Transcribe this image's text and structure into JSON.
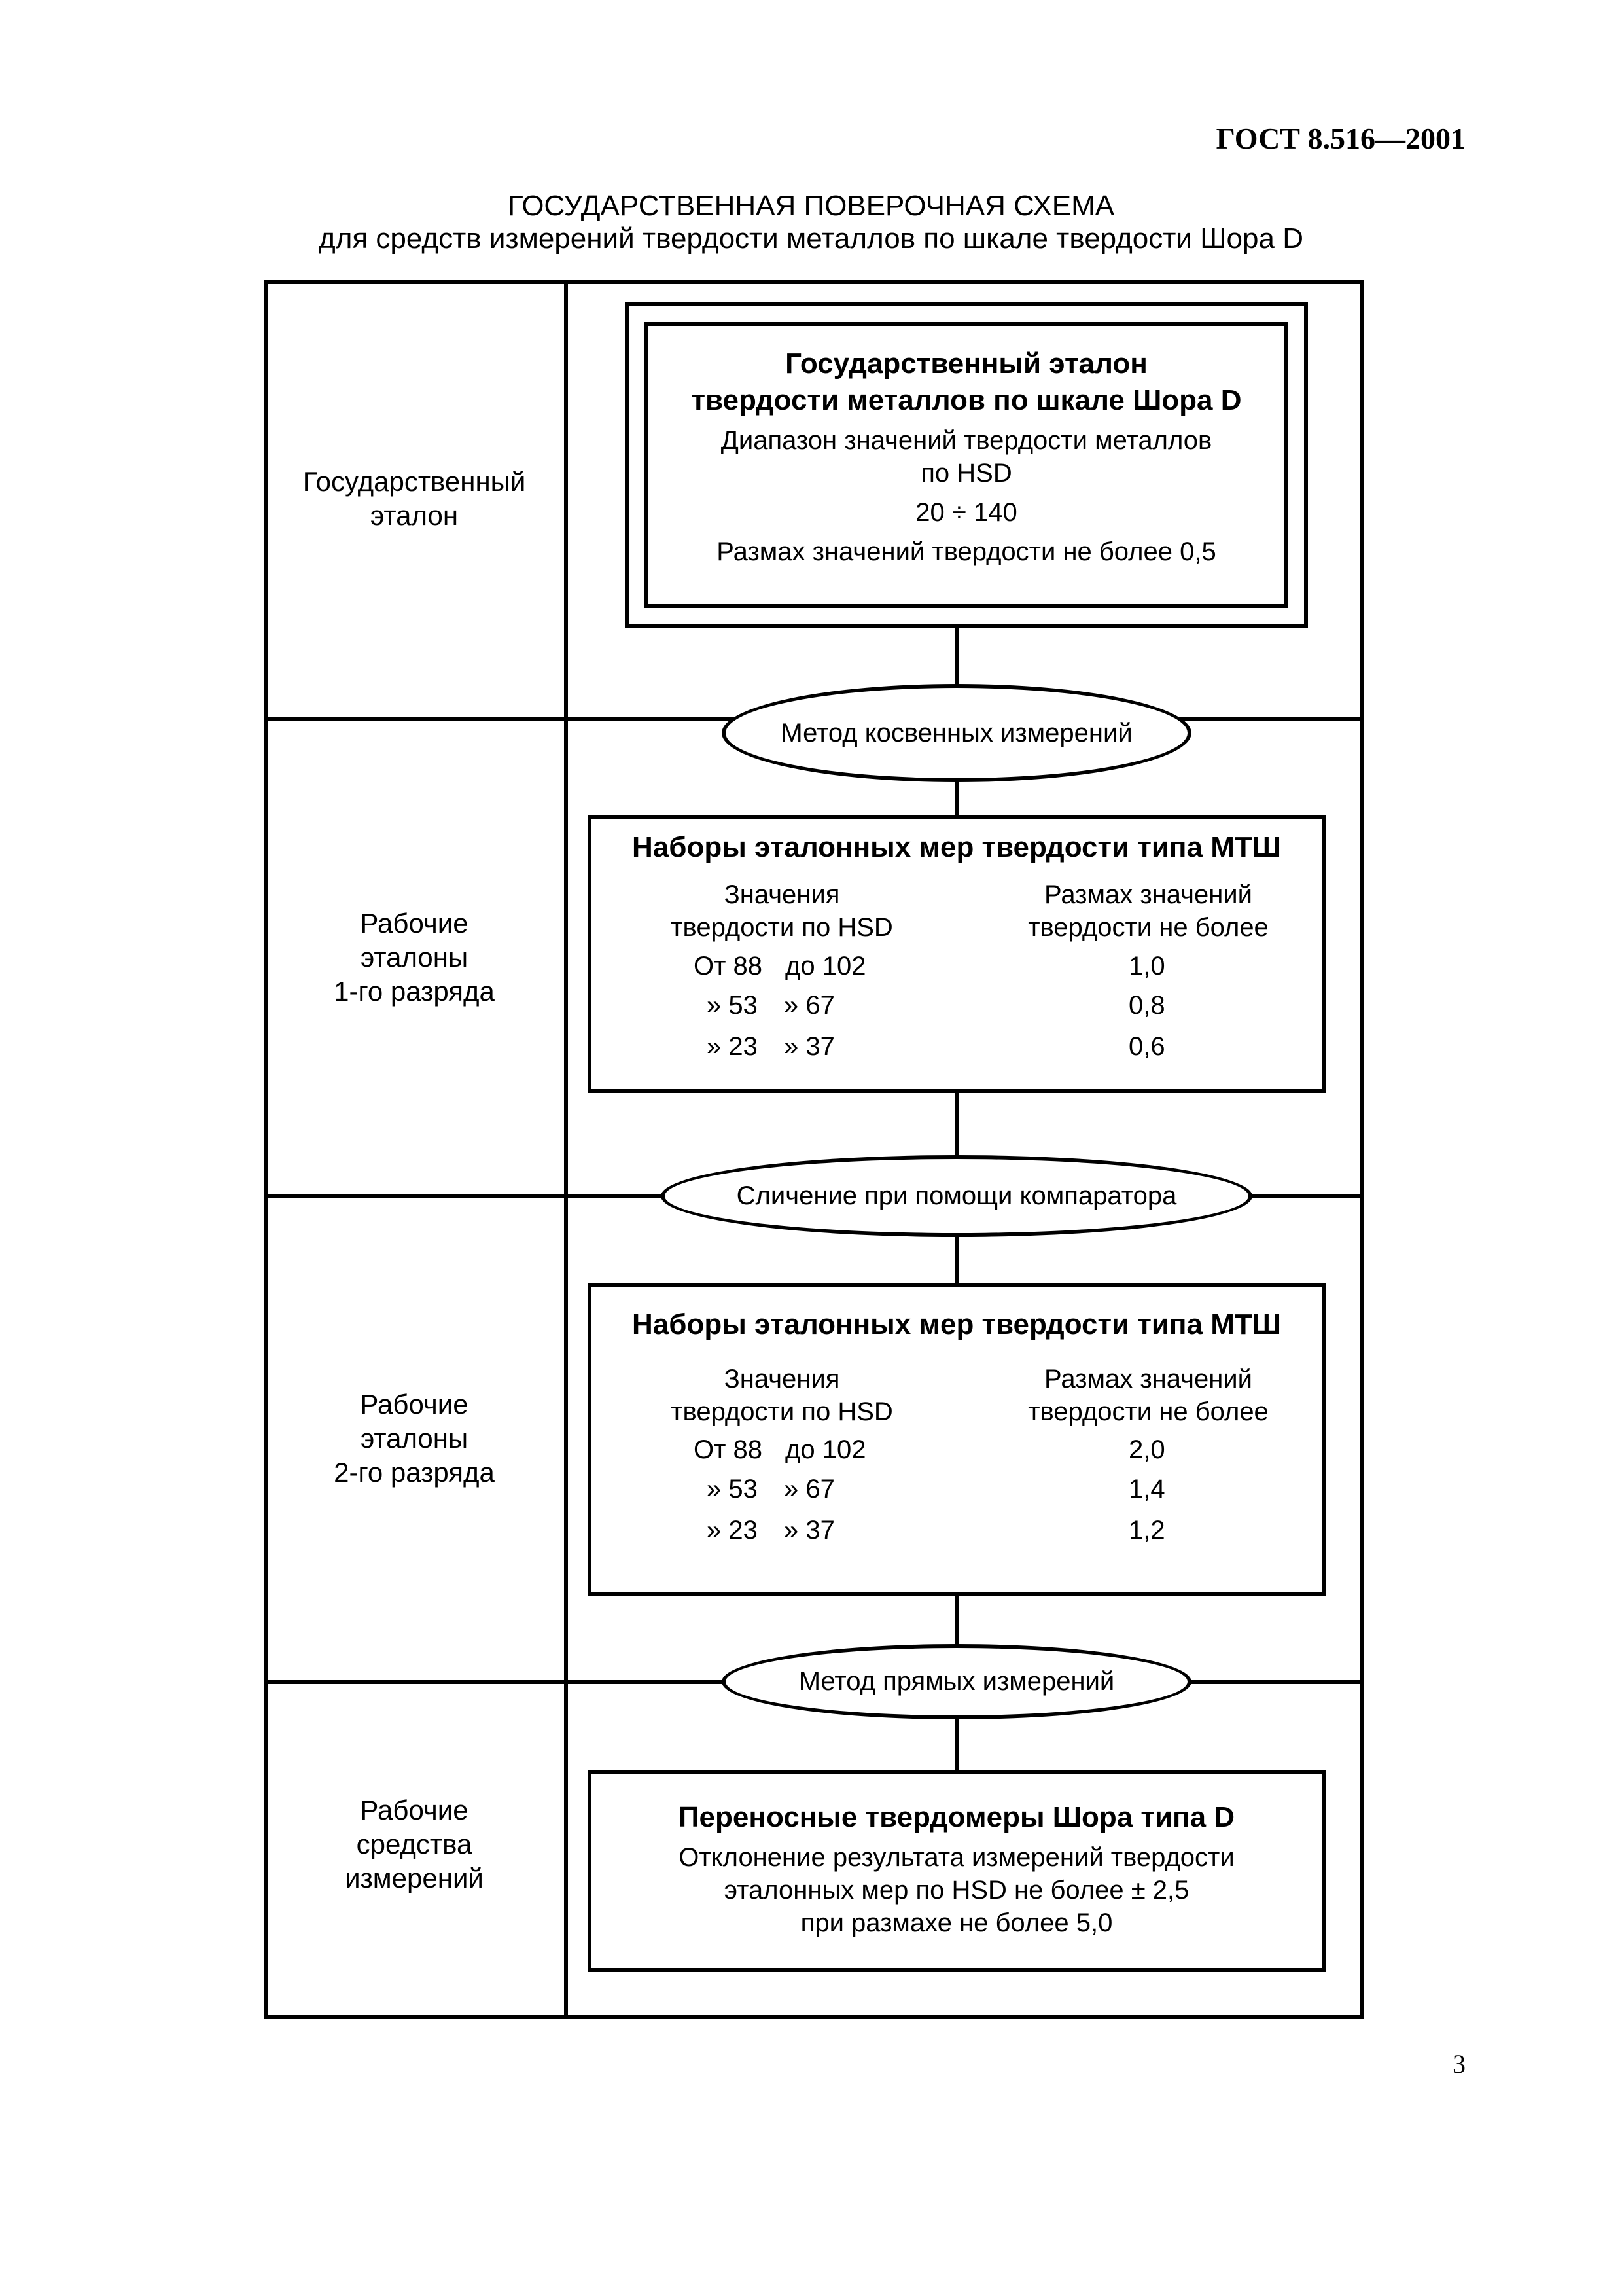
{
  "header": {
    "doc_code": "ГОСТ 8.516—2001",
    "title_line1": "ГОСУДАРСТВЕННАЯ ПОВЕРОЧНАЯ СХЕМА",
    "title_line2": "для средств измерений твердости металлов по шкале твердости Шора D"
  },
  "levels": [
    {
      "line1": "Государственный",
      "line2": "эталон"
    },
    {
      "line1": "Рабочие",
      "line2": "эталоны",
      "line3": "1-го разряда"
    },
    {
      "line1": "Рабочие",
      "line2": "эталоны",
      "line3": "2-го разряда"
    },
    {
      "line1": "Рабочие",
      "line2": "средства",
      "line3": "измерений"
    }
  ],
  "primary_standard": {
    "title_line1": "Государственный эталон",
    "title_line2": "твердости металлов по шкале Шора D",
    "range_line1": "Диапазон значений твердости металлов",
    "range_line2": "по HSD",
    "range_value": "20 ÷ 140",
    "spread": "Размах значений твердости не более 0,5"
  },
  "methods": [
    "Метод косвенных измерений",
    "Сличение при помощи компаратора",
    "Метод прямых измерений"
  ],
  "grade1": {
    "title": "Наборы эталонных мер твердости типа МТШ",
    "col1_line1": "Значения",
    "col1_line2": "твердости по HSD",
    "col2_line1": "Размах значений",
    "col2_line2": "твердости не более",
    "rows": [
      {
        "from": "От 88",
        "to": "до 102",
        "spread": "1,0"
      },
      {
        "from": "» 53",
        "to": "» 67",
        "spread": "0,8"
      },
      {
        "from": "» 23",
        "to": "» 37",
        "spread": "0,6"
      }
    ]
  },
  "grade2": {
    "title": "Наборы эталонных мер твердости типа МТШ",
    "col1_line1": "Значения",
    "col1_line2": "твердости по HSD",
    "col2_line1": "Размах значений",
    "col2_line2": "твердости не более",
    "rows": [
      {
        "from": "От 88",
        "to": "до 102",
        "spread": "2,0"
      },
      {
        "from": "» 53",
        "to": "» 67",
        "spread": "1,4"
      },
      {
        "from": "» 23",
        "to": "» 37",
        "spread": "1,2"
      }
    ]
  },
  "working_instruments": {
    "title": "Переносные твердомеры Шора типа D",
    "line1": "Отклонение результата измерений твердости",
    "line2": "эталонных мер по HSD не более ± 2,5",
    "line3": "при размахе не более 5,0"
  },
  "page_number": "3"
}
